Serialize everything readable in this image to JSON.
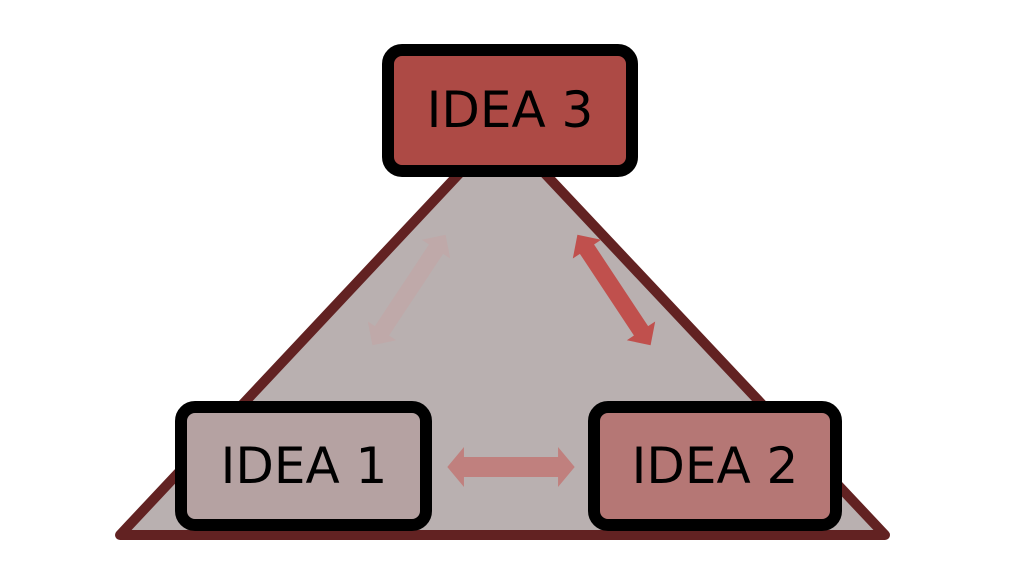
{
  "ideas": [
    {
      "label": "IDEA 1",
      "color": "#b5a2a2"
    },
    {
      "label": "IDEA 2",
      "color": "#b57775"
    },
    {
      "label": "IDEA 3",
      "color": "#ad4a45"
    }
  ],
  "colors": {
    "triangle_fill": "#b9b0b0",
    "triangle_stroke": "#622222",
    "arrow_1_3": "#bfa9a9",
    "arrow_2_3": "#c0504d",
    "arrow_1_2": "#c0807e"
  }
}
